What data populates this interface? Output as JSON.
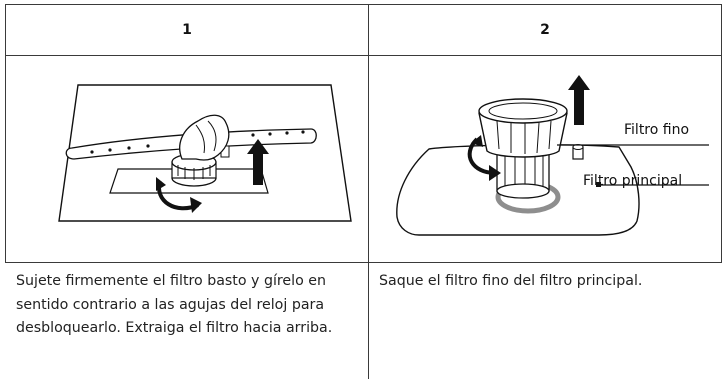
{
  "table": {
    "headers": [
      "1",
      "2"
    ]
  },
  "step1": {
    "instruction": "Sujete firmemente el filtro basto y gírelo en sentido contrario a las agujas del reloj para desbloquearlo. Extraiga el filtro hacia arriba."
  },
  "step2": {
    "instruction": "Saque el filtro fino del filtro principal.",
    "labels": {
      "fine_filter": "Filtro fino",
      "main_filter": "Filtro principal"
    }
  }
}
